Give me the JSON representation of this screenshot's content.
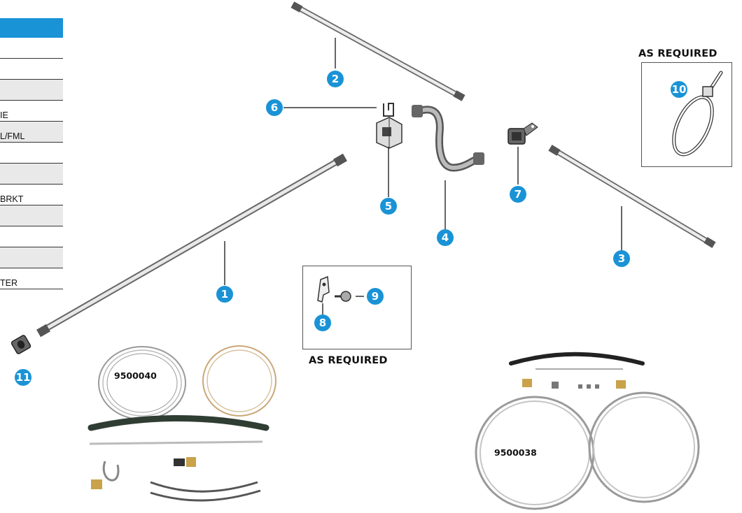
{
  "parts_table": {
    "header": "",
    "rows": [
      "",
      "",
      "",
      "IE",
      "L/FML",
      "",
      "",
      "BRKT",
      "",
      "",
      "",
      "TER"
    ]
  },
  "callouts": [
    "1",
    "2",
    "3",
    "4",
    "5",
    "6",
    "7",
    "8",
    "9",
    "10",
    "11"
  ],
  "as_required_top": "AS REQUIRED",
  "as_required_middle": "AS REQUIRED",
  "kits": {
    "left": "9500040",
    "right": "9500038"
  },
  "colors": {
    "callout_blue": "#1a93d6",
    "table_header": "#1a93d6"
  },
  "icons": [
    "brake-line-icon",
    "hose-icon",
    "tee-fitting-icon",
    "bracket-icon",
    "clip-icon",
    "bolt-icon",
    "cable-tie-icon",
    "adapter-fitting-icon"
  ]
}
